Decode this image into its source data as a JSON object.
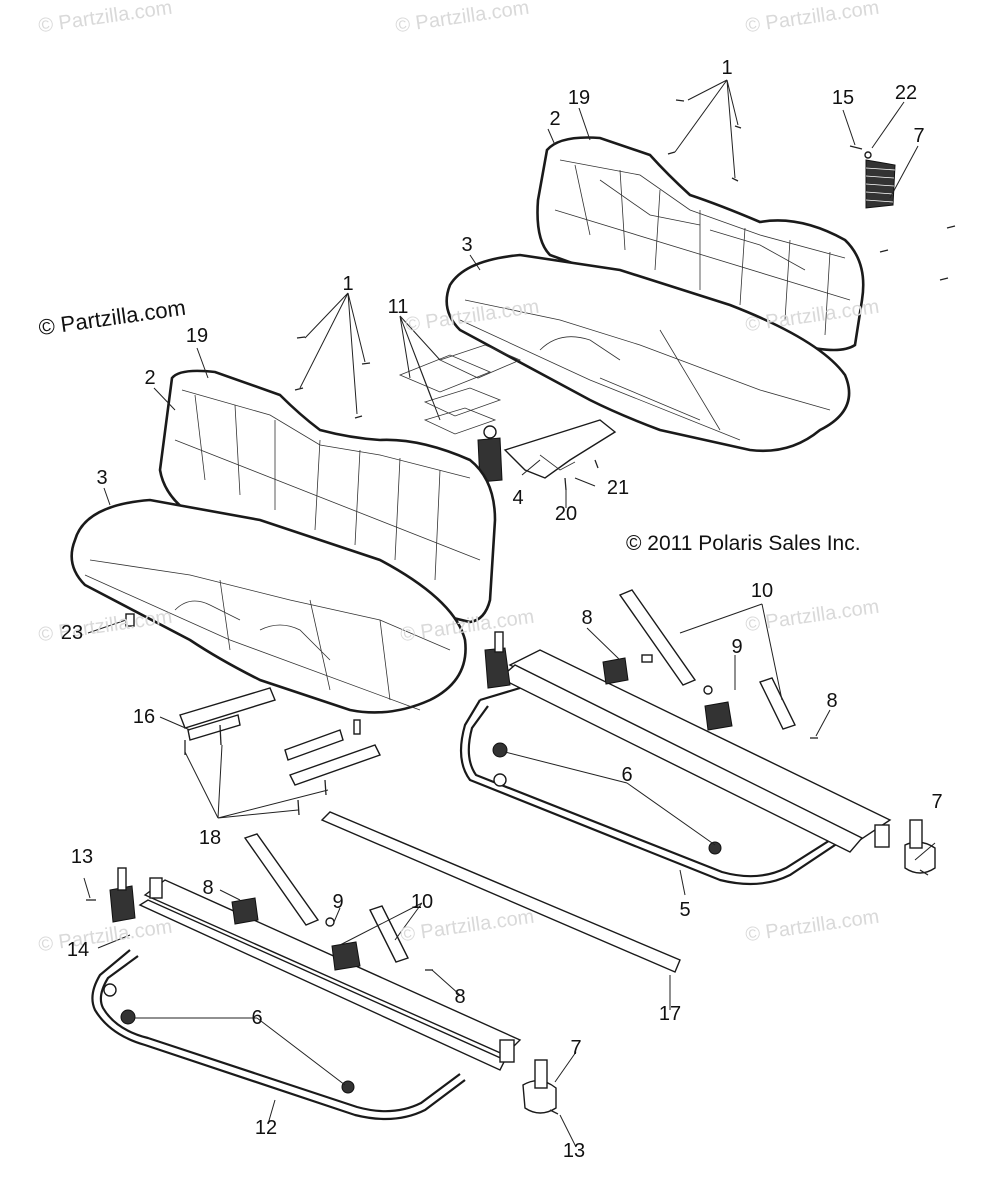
{
  "watermark_text": "© Partzilla.com",
  "copyright": "© 2011 Polaris Sales Inc.",
  "callouts": [
    {
      "id": "c1a",
      "label": "1"
    },
    {
      "id": "c19a",
      "label": "19"
    },
    {
      "id": "c2a",
      "label": "2"
    },
    {
      "id": "c15",
      "label": "15"
    },
    {
      "id": "c22",
      "label": "22"
    },
    {
      "id": "c7a",
      "label": "7"
    },
    {
      "id": "c3a",
      "label": "3"
    },
    {
      "id": "c1b",
      "label": "1"
    },
    {
      "id": "c11",
      "label": "11"
    },
    {
      "id": "c19b",
      "label": "19"
    },
    {
      "id": "c2b",
      "label": "2"
    },
    {
      "id": "c3b",
      "label": "3"
    },
    {
      "id": "c4",
      "label": "4"
    },
    {
      "id": "c21",
      "label": "21"
    },
    {
      "id": "c20",
      "label": "20"
    },
    {
      "id": "c10a",
      "label": "10"
    },
    {
      "id": "c8a",
      "label": "8"
    },
    {
      "id": "c9a",
      "label": "9"
    },
    {
      "id": "c8b",
      "label": "8"
    },
    {
      "id": "c23",
      "label": "23"
    },
    {
      "id": "c16",
      "label": "16"
    },
    {
      "id": "c6a",
      "label": "6"
    },
    {
      "id": "c7b",
      "label": "7"
    },
    {
      "id": "c18",
      "label": "18"
    },
    {
      "id": "c5",
      "label": "5"
    },
    {
      "id": "c13a",
      "label": "13"
    },
    {
      "id": "c8c",
      "label": "8"
    },
    {
      "id": "c9b",
      "label": "9"
    },
    {
      "id": "c10b",
      "label": "10"
    },
    {
      "id": "c14",
      "label": "14"
    },
    {
      "id": "c8d",
      "label": "8"
    },
    {
      "id": "c17",
      "label": "17"
    },
    {
      "id": "c6b",
      "label": "6"
    },
    {
      "id": "c7c",
      "label": "7"
    },
    {
      "id": "c12",
      "label": "12"
    },
    {
      "id": "c13b",
      "label": "13"
    }
  ]
}
